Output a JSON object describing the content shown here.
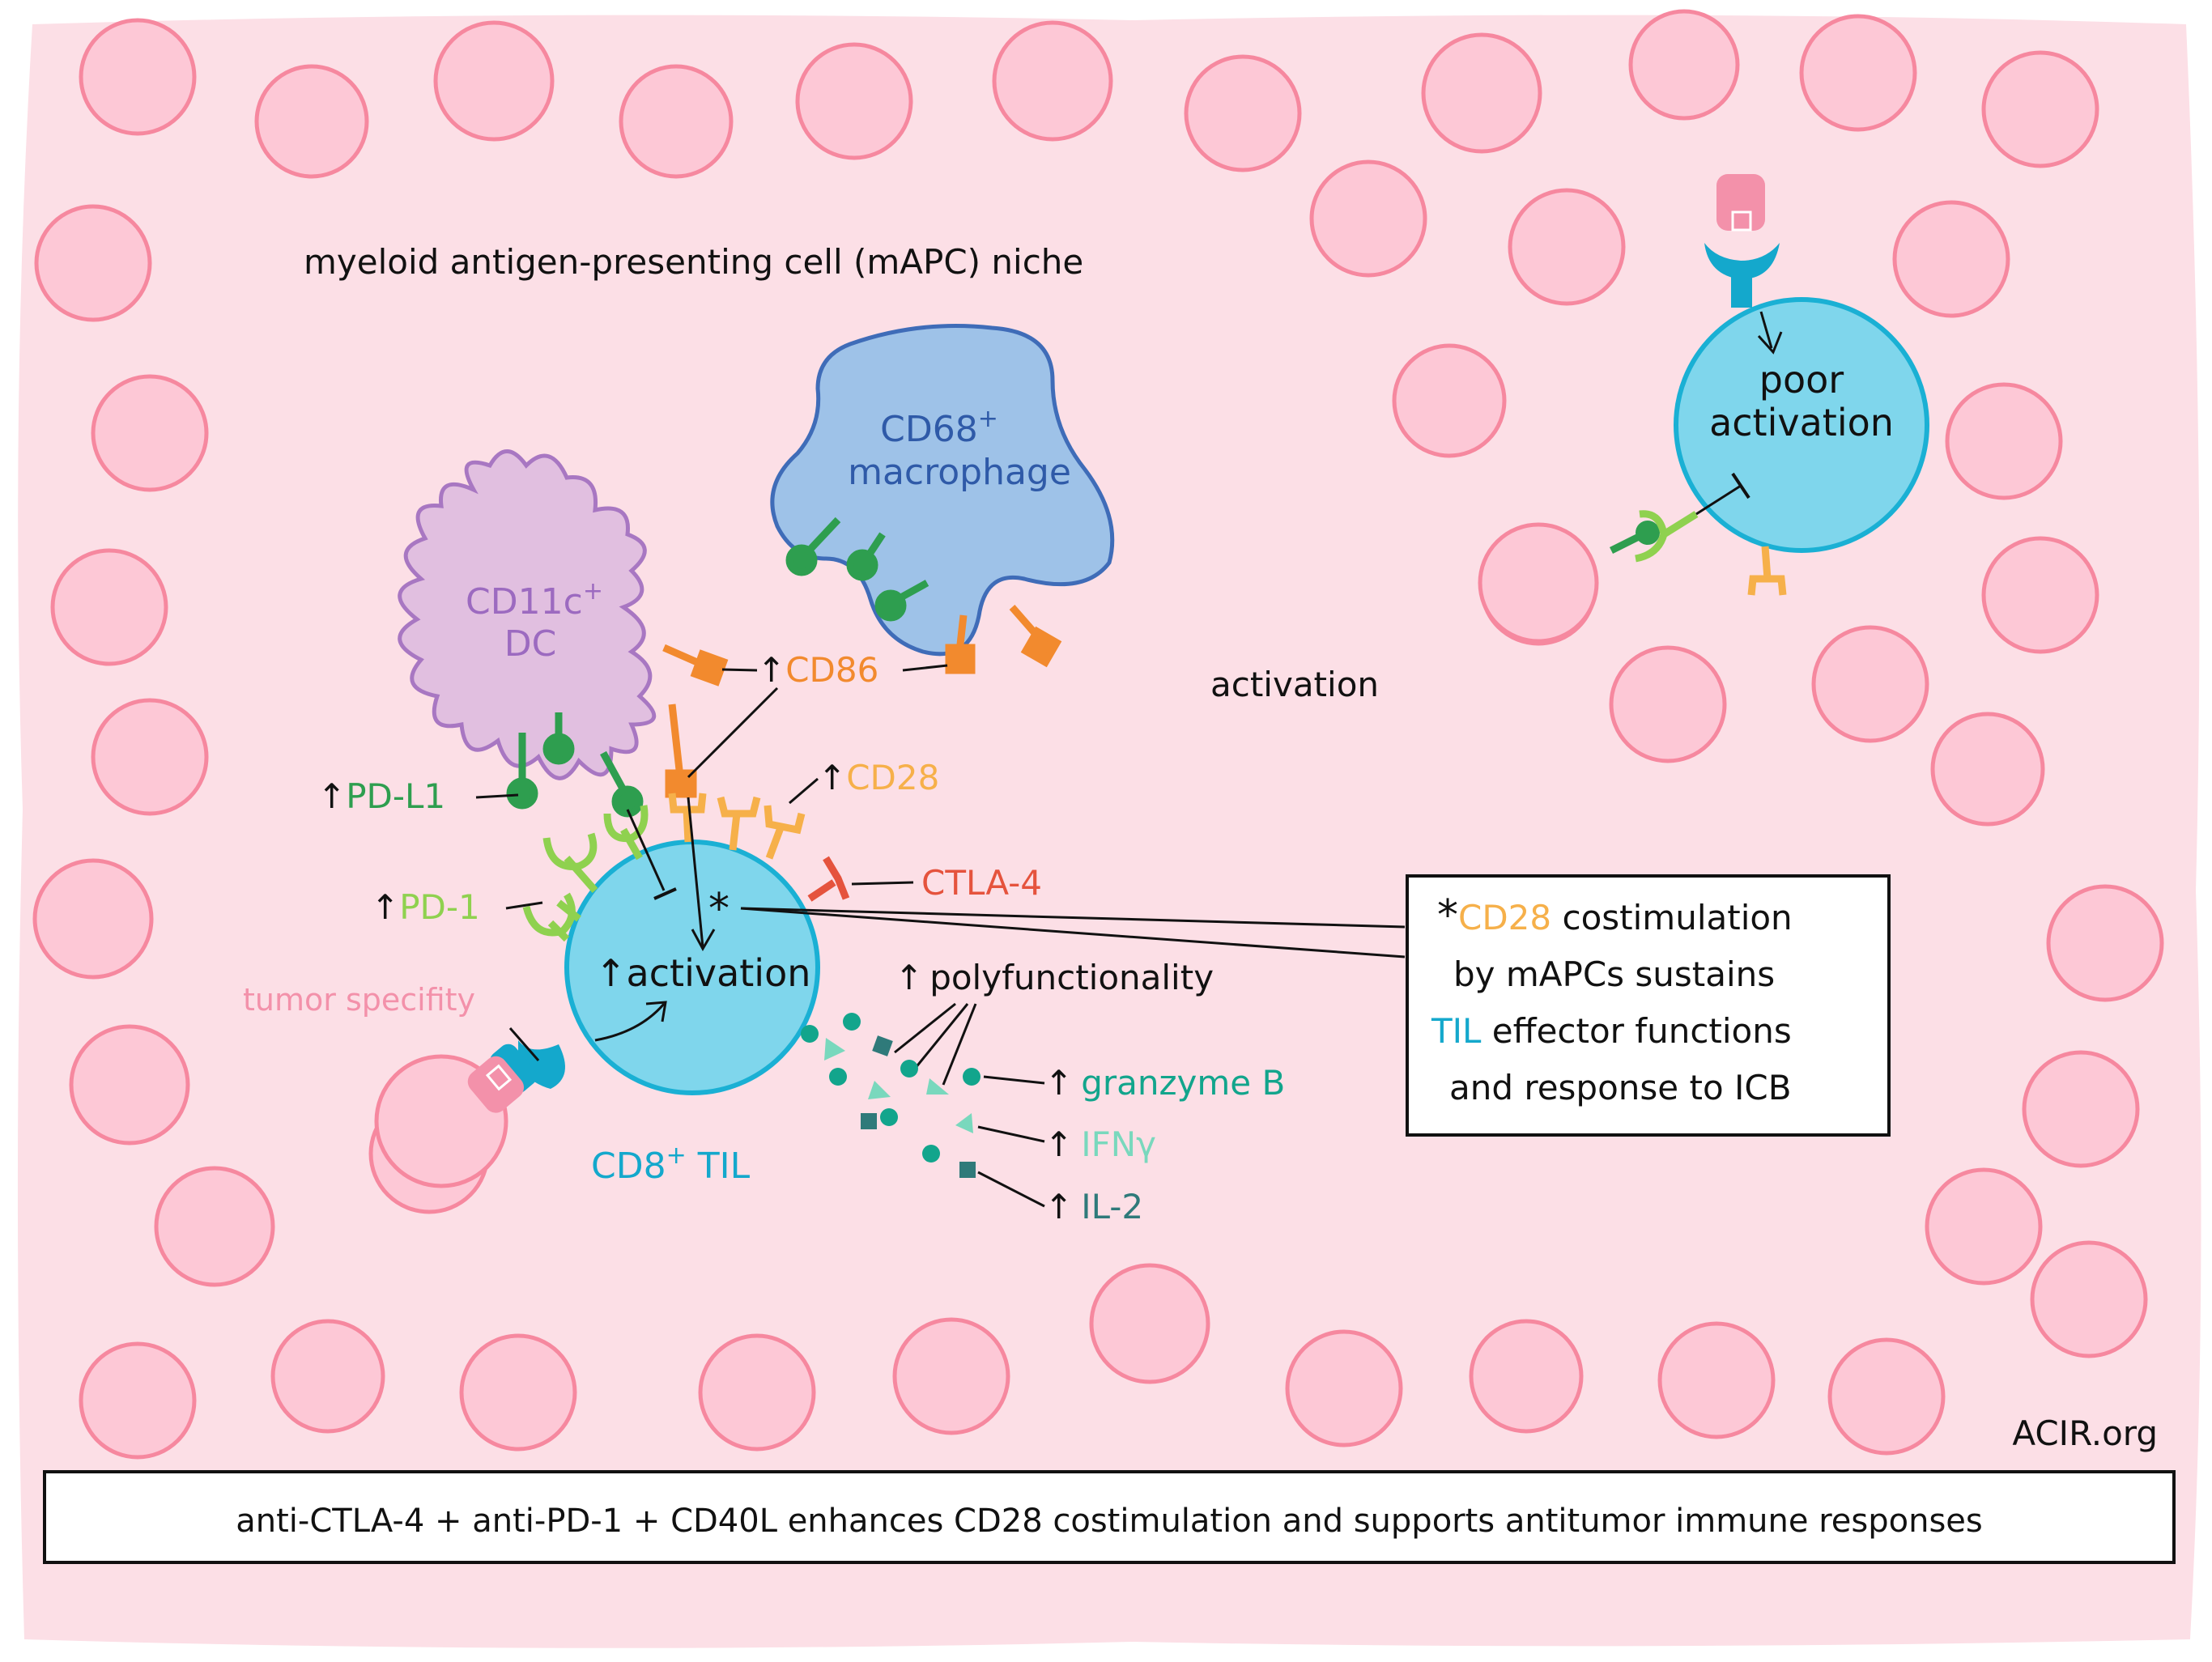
{
  "labels": {
    "niche": "myeloid antigen-presenting cell (mAPC) niche",
    "macrophage_line1": "CD68",
    "macrophage_sup": "+",
    "macrophage_line2": "macrophage",
    "dc_line1": "CD11c",
    "dc_sup": "+",
    "dc_line2": "DC",
    "cd86": "CD86",
    "activation_center": "activation",
    "cd28": "CD28",
    "pdl1": "PD-L1",
    "pd1": "PD-1",
    "ctla4": "CTLA-4",
    "til_activation": "activation",
    "tumor_specificity": "tumor specifity",
    "til_name": "CD8",
    "til_sup": "+",
    "til_name2": "TIL",
    "polyfunctionality": "polyfunctionality",
    "granzyme": "granzyme B",
    "ifng": "IFNγ",
    "il2": "IL-2",
    "poor_line1": "poor",
    "poor_line2": "activation",
    "up_arrow": "↑",
    "asterisk": "*"
  },
  "note": {
    "cd28": "CD28",
    "line1_rest": " costimulation",
    "line2": "by mAPCs sustains",
    "til": "TIL",
    "line3_rest": " effector functions",
    "line4": "and response to ICB"
  },
  "watermark": "ACIR.org",
  "caption": "anti-CTLA-4 + anti-PD-1 + CD40L enhances CD28 costimulation and supports antitumor immune responses",
  "colors": {
    "background": "#fcdfe6",
    "tumor_cell_fill": "#fdc8d6",
    "tumor_cell_stroke": "#f6889f",
    "til_fill": "#7fd6ec",
    "til_stroke": "#1ab0d4",
    "dc_fill": "#e1bfe0",
    "dc_stroke": "#a877c2",
    "macrophage_fill": "#9ec2e8",
    "macrophage_stroke": "#3f6cb8",
    "pdl1": "#2e9e4f",
    "pd1": "#8fd14f",
    "cd86": "#f28a2e",
    "cd28": "#f6b04a",
    "ctla4": "#e5533d",
    "granzyme": "#12a58c",
    "ifng": "#79d8bd",
    "il2": "#2f7a7a",
    "tcr": "#14a8cc",
    "mhc": "#f391aa"
  }
}
